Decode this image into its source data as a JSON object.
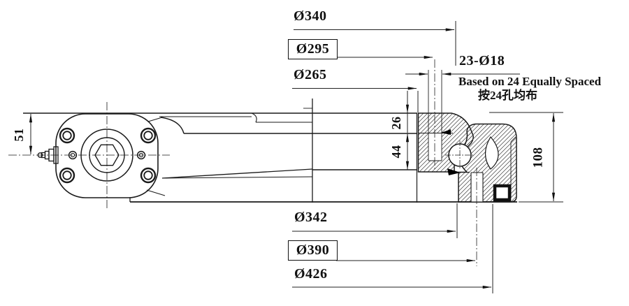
{
  "drawing": {
    "title": "slewing-drive-section-drawing",
    "dims": {
      "d340": "Ø340",
      "d295": "Ø295",
      "d265": "Ø265",
      "d18": "23-Ø18",
      "note_en": "Based on 24 Equally Spaced",
      "note_cn": "按24孔均布",
      "d51": "51",
      "d26": "26",
      "d44": "44",
      "d108": "108",
      "d342": "Ø342",
      "d390": "Ø390",
      "d426": "Ø426"
    },
    "colors": {
      "line": "#1a1a1a",
      "hatch": "#444444",
      "background": "#ffffff"
    }
  }
}
